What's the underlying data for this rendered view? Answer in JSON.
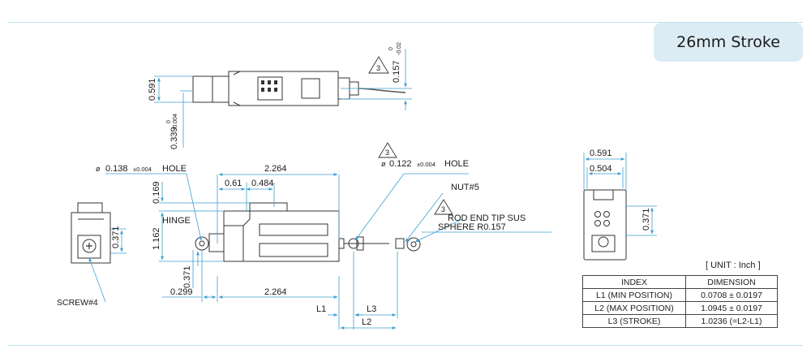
{
  "header": {
    "stroke_badge": "26mm Stroke"
  },
  "top_view": {
    "height_dim": "0.591",
    "offset_dim": "0.339",
    "offset_tol_upper": "0",
    "offset_tol_lower": "-0.004",
    "right_dim": "0.157",
    "right_tol_upper": "0",
    "right_tol_lower": "-0.02",
    "note_marker": "3"
  },
  "left_view": {
    "dim": "0.371",
    "screw_label": "SCREW#4"
  },
  "front_view": {
    "hole_left": {
      "symbol": "ø",
      "value": "0.138",
      "tolerance": "±0.004",
      "label": "HOLE"
    },
    "hole_right": {
      "symbol": "ø",
      "value": "0.122",
      "tolerance": "±0.004",
      "label": "HOLE",
      "note_marker": "3"
    },
    "overall_length_top": "2.264",
    "dim_061": "0.61",
    "dim_0484": "0.484",
    "dim_0169": "0.169",
    "dim_1162": "1.162",
    "dim_0371": "0.371",
    "dim_0299": "0.299",
    "overall_length_bottom": "2.264",
    "hinge_label": "HINGE",
    "nut_label": "NUT#5",
    "rod_end_line1": "ROD END TIP SUS",
    "rod_end_line2": "SPHERE R0.157",
    "rod_end_marker": "3",
    "l1_label": "L1",
    "l2_label": "L2",
    "l3_label": "L3"
  },
  "end_view": {
    "dim_0591": "0.591",
    "dim_0504": "0.504",
    "dim_0371": "0.371"
  },
  "table": {
    "unit_note": "[ UNIT : Inch ]",
    "headers": [
      "INDEX",
      "DIMENSION"
    ],
    "rows": [
      [
        "L1 (MIN POSITION)",
        "0.0708 ± 0.0197"
      ],
      [
        "L2 (MAX POSITION)",
        "1.0945 ± 0.0197"
      ],
      [
        "L3 (STROKE)",
        "1.0236 (=L2-L1)"
      ]
    ]
  },
  "colors": {
    "dimension_line": "#3d9fd2",
    "outline": "#333333",
    "badge_bg": "#dcecf4",
    "rule": "#bfe2ee"
  }
}
